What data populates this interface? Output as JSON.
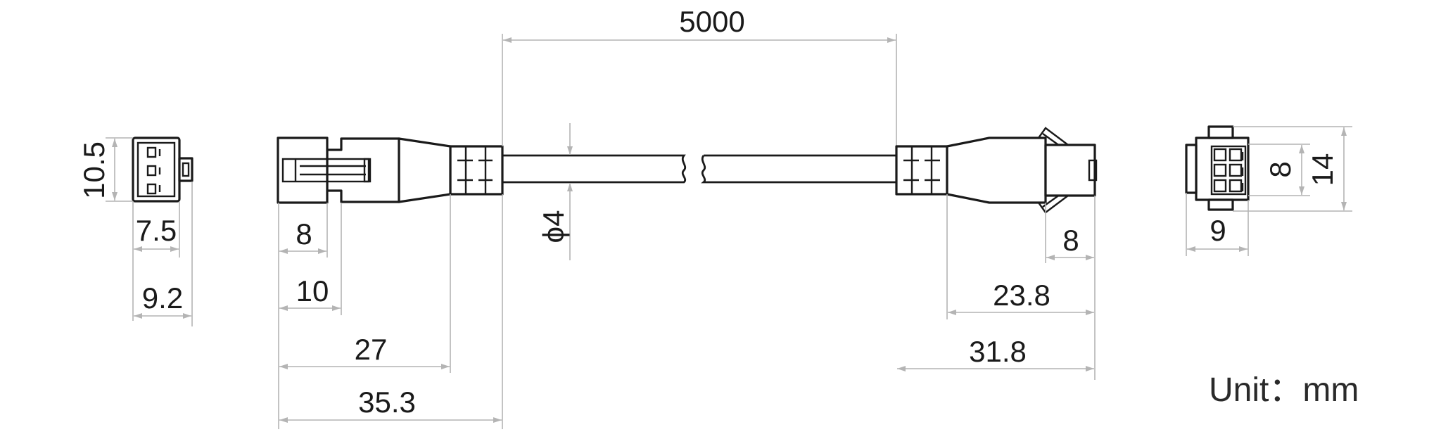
{
  "drawing": {
    "overall_length": "5000",
    "cable_diameter": "ϕ4",
    "left_end_view": {
      "height": "10.5",
      "inner_width": "7.5",
      "outer_width": "9.2"
    },
    "left_connector": {
      "dim_a": "8",
      "dim_b": "10",
      "dim_c": "27",
      "dim_d": "35.3"
    },
    "right_connector": {
      "dim_a": "8",
      "dim_b": "23.8",
      "dim_c": "31.8"
    },
    "right_end_view": {
      "inner_height": "8",
      "outer_height": "14",
      "width": "9"
    },
    "unit_label": "Unit：mm"
  }
}
